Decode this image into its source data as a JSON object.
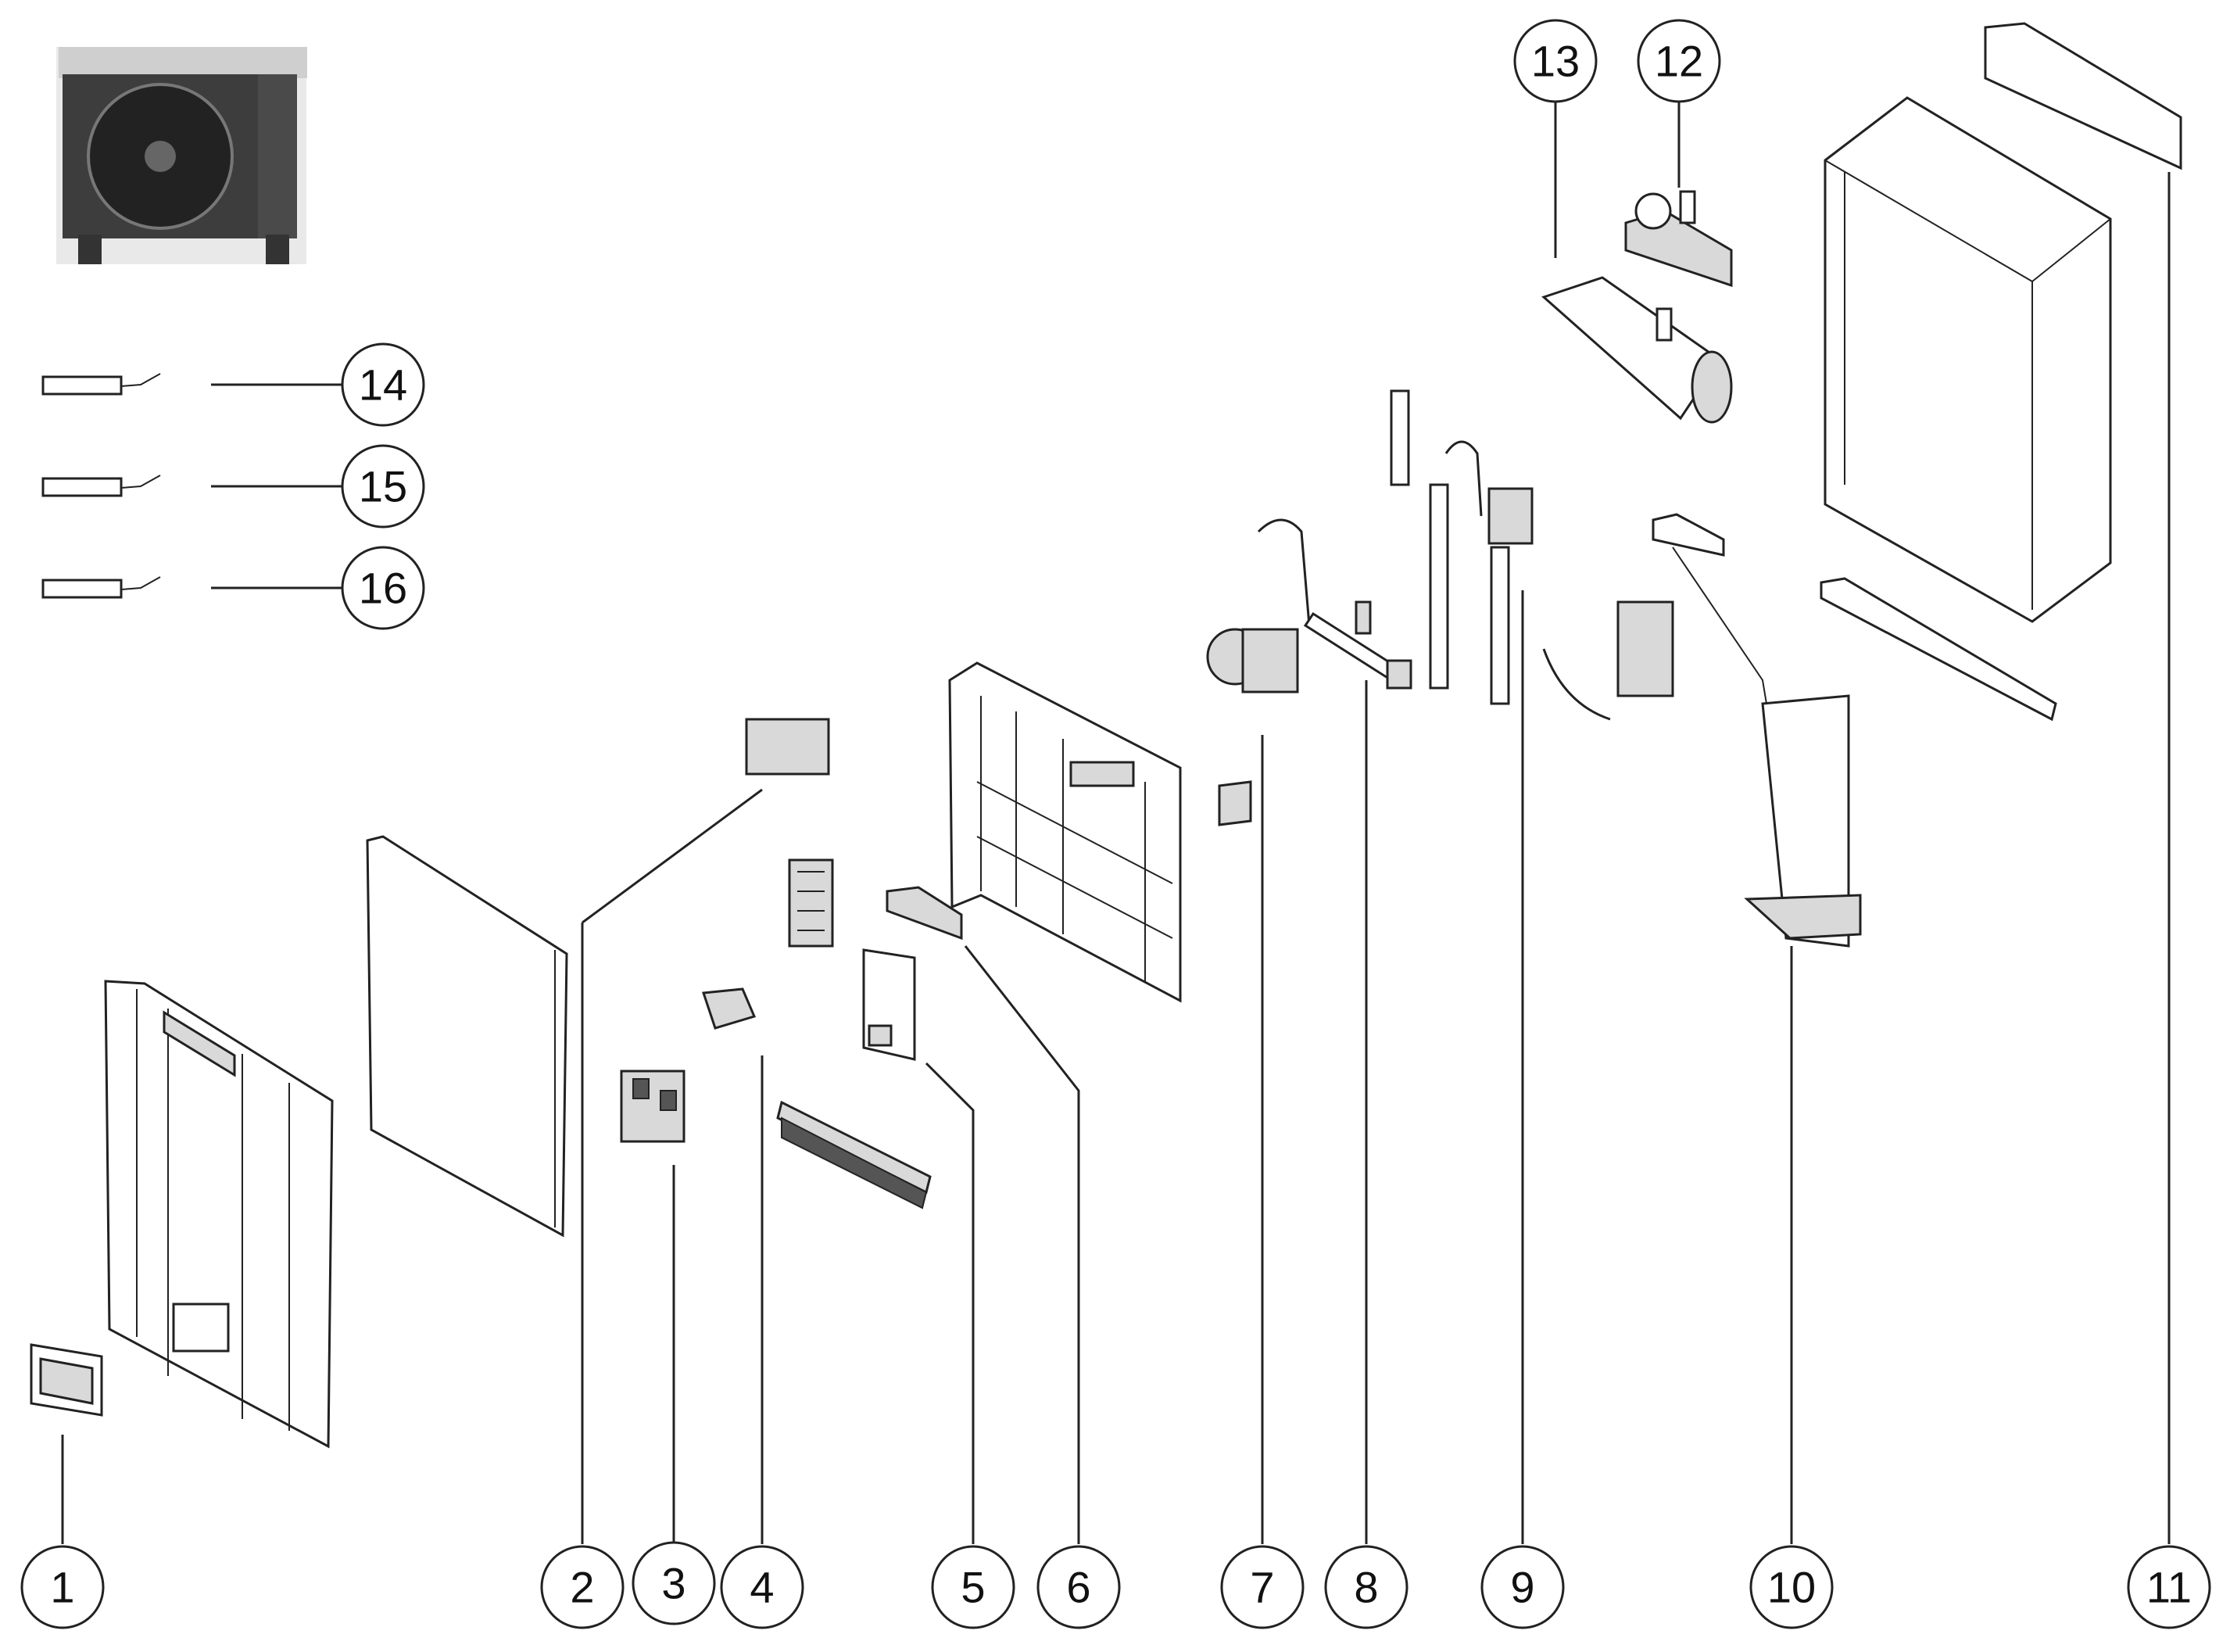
{
  "callouts": {
    "c1": "1",
    "c2": "2",
    "c3": "3",
    "c4": "4",
    "c5": "5",
    "c6": "6",
    "c7": "7",
    "c8": "8",
    "c9": "9",
    "c10": "10",
    "c11": "11",
    "c12": "12",
    "c13": "13",
    "c14": "14",
    "c15": "15",
    "c16": "16"
  },
  "icons": {
    "outdoor_unit": "outdoor-heat-pump-photo"
  }
}
